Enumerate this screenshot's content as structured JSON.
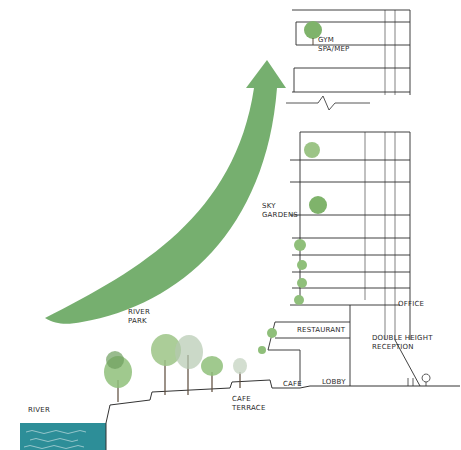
{
  "diagram": {
    "labels": [
      "GYM SPA/MEP",
      "SKY GARDENS",
      "OFFICE",
      "RESTAURANT",
      "DOUBLE HEIGHT RECEPTION",
      "LOBBY",
      "CAFE",
      "CAFE TERRACE",
      "RIVER PARK",
      "RIVER"
    ]
  }
}
